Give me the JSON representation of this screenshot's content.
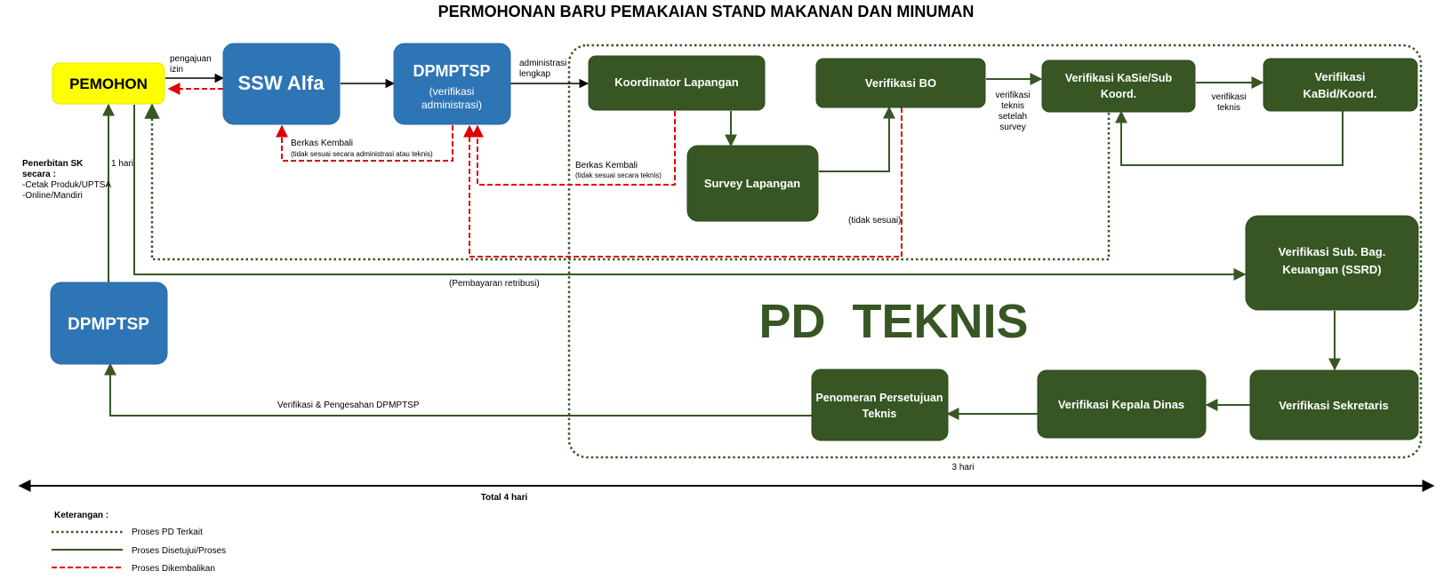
{
  "title": "PERMOHONAN BARU PEMAKAIAN STAND MAKANAN DAN MINUMAN",
  "colors": {
    "green": "#375623",
    "blue": "#2e75b6",
    "yellow": "#ffff00",
    "red": "#e00000"
  },
  "nodes": {
    "pemohon": "PEMOHON",
    "ssw_alfa": "SSW Alfa",
    "dpmptsp_top": "DPMPTSP",
    "dpmptsp_top_sub1": "(verifikasi",
    "dpmptsp_top_sub2": "administrasi)",
    "dpmptsp_bottom": "DPMPTSP",
    "koordinator": "Koordinator Lapangan",
    "survey": "Survey Lapangan",
    "verif_bo": "Verifikasi BO",
    "verif_kasie_1": "Verifikasi KaSie/Sub",
    "verif_kasie_2": "Koord.",
    "verif_kabid_1": "Verifikasi",
    "verif_kabid_2": "KaBid/Koord.",
    "verif_subbag_1": "Verifikasi Sub. Bag.",
    "verif_subbag_2": "Keuangan (SSRD)",
    "verif_sekretaris": "Verifikasi Sekretaris",
    "verif_kepala": "Verifikasi Kepala Dinas",
    "penomeran_1": "Penomeran Persetujuan",
    "penomeran_2": "Teknis"
  },
  "pd_teknis": "PD  TEKNIS",
  "labels": {
    "pengajuan_1": "pengajuan",
    "pengajuan_2": "izin",
    "adm_1": "administrasi",
    "adm_2": "lengkap",
    "berkas_kembali_1": "Berkas Kembali",
    "berkas_kembali_1_sub": "(tidak sesuai secara administrasi atau teknis)",
    "berkas_kembali_2": "Berkas Kembali",
    "berkas_kembali_2_sub": "(tidak sesuai secara teknis)",
    "tidak_sesuai": "(tidak sesuai)",
    "verif_teknis_setelah_1": "verifikasi",
    "verif_teknis_setelah_2": "teknis",
    "verif_teknis_setelah_3": "setelah",
    "verif_teknis_setelah_4": "survey",
    "verif_teknis_1": "verifikasi",
    "verif_teknis_2": "teknis",
    "penerbitan_1": "Penerbitan SK",
    "penerbitan_2": "secara :",
    "penerbitan_3": "-Cetak Produk/UPTSA",
    "penerbitan_4": "-Online/Mandiri",
    "satu_hari": "1 hari",
    "pembayaran": "(Pembayaran retribusi)",
    "verif_pengesahan": "Verifikasi & Pengesahan DPMPTSP",
    "tiga_hari": "3 hari",
    "total": "Total 4 hari"
  },
  "legend": {
    "title": "Keterangan :",
    "items": [
      {
        "style": "dotted",
        "label": "Proses PD Terkait"
      },
      {
        "style": "solid",
        "label": "Proses Disetujui/Proses"
      },
      {
        "style": "dashed",
        "label": "Proses Dikembalikan"
      }
    ]
  }
}
